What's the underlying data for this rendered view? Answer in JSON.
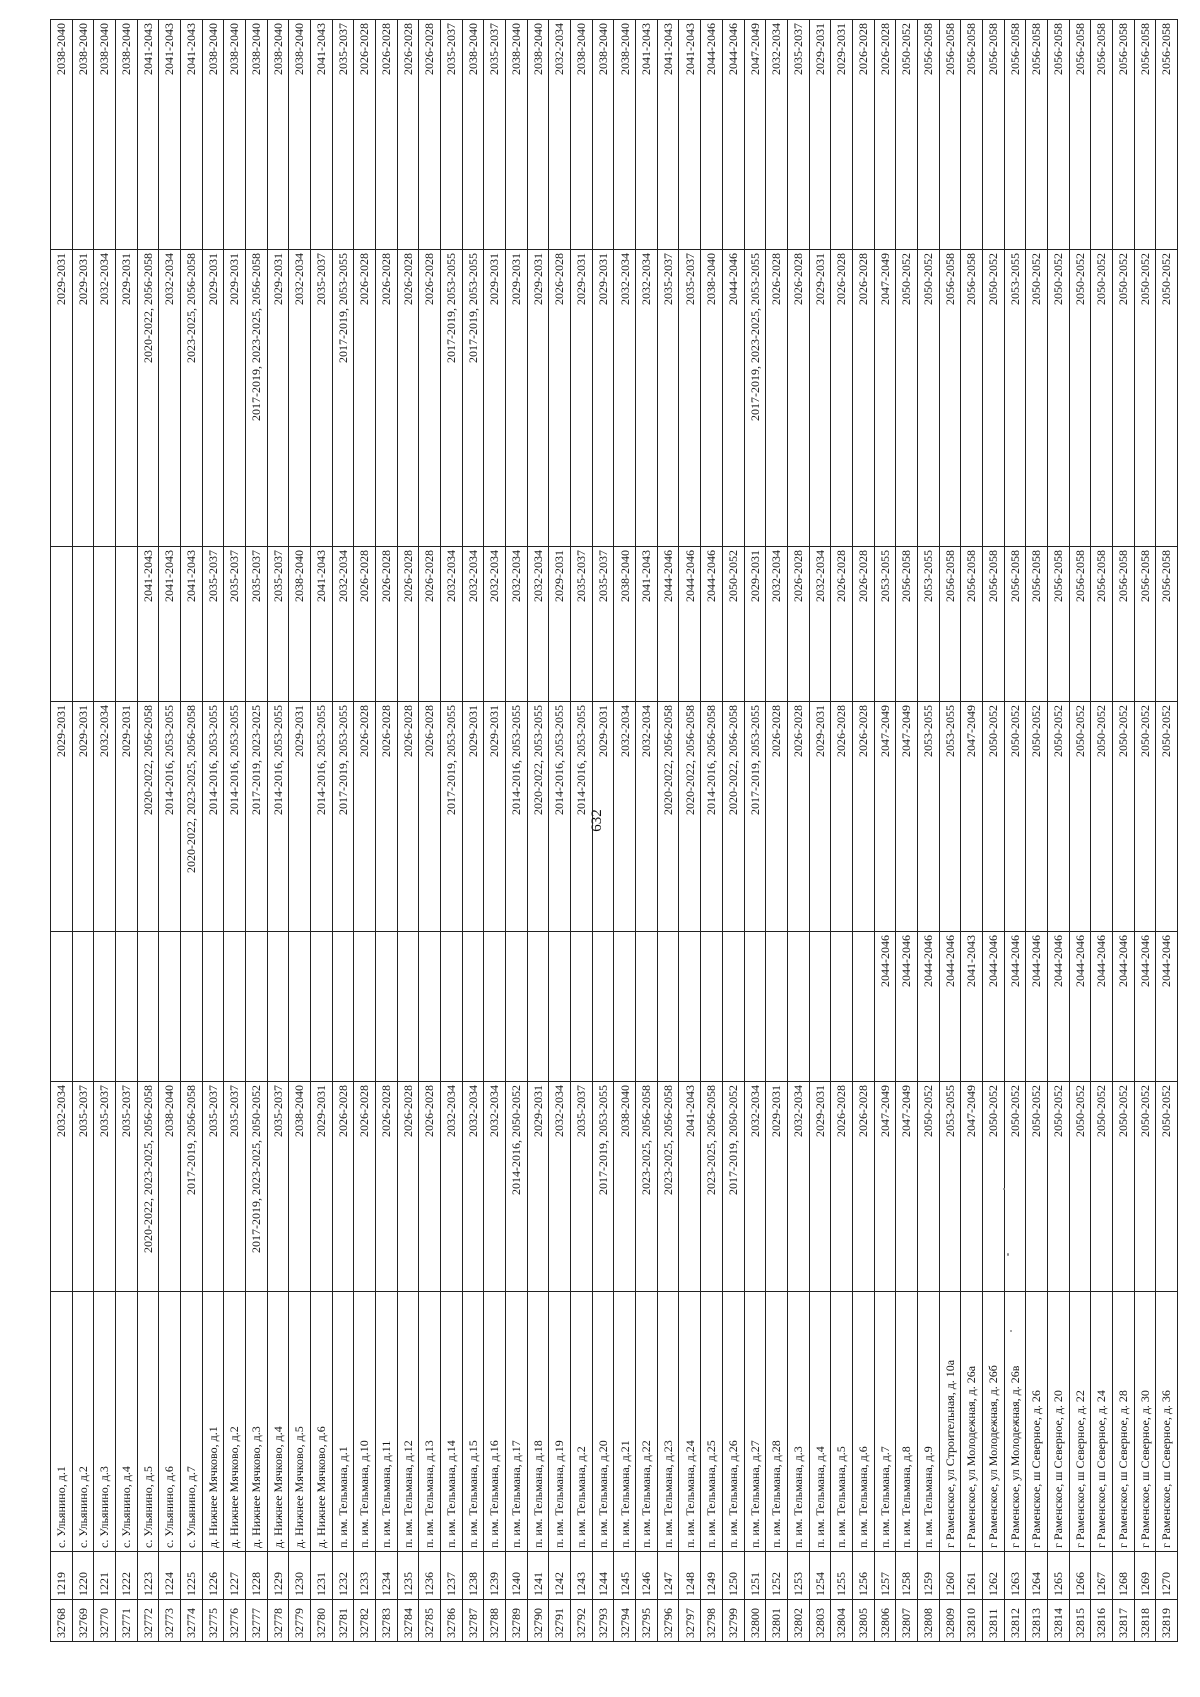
{
  "page_number": "632",
  "rows": [
    {
      "id": "32768",
      "num": "1219",
      "addr": "с. Ульянино, д.1",
      "p1": "2032-2034",
      "p2": "",
      "p3": "2029-2031",
      "p4": "",
      "p5": "2029-2031",
      "p6": "2038-2040"
    },
    {
      "id": "32769",
      "num": "1220",
      "addr": "с. Ульянино, д.2",
      "p1": "2035-2037",
      "p2": "",
      "p3": "2029-2031",
      "p4": "",
      "p5": "2029-2031",
      "p6": "2038-2040"
    },
    {
      "id": "32770",
      "num": "1221",
      "addr": "с. Ульянино, д.3",
      "p1": "2035-2037",
      "p2": "",
      "p3": "2032-2034",
      "p4": "",
      "p5": "2032-2034",
      "p6": "2038-2040"
    },
    {
      "id": "32771",
      "num": "1222",
      "addr": "с. Ульянино, д.4",
      "p1": "2035-2037",
      "p2": "",
      "p3": "2029-2031",
      "p4": "",
      "p5": "2029-2031",
      "p6": "2038-2040"
    },
    {
      "id": "32772",
      "num": "1223",
      "addr": "с. Ульянино, д.5",
      "p1": "2020-2022, 2023-2025, 2056-2058",
      "p2": "",
      "p3": "2020-2022, 2056-2058",
      "p4": "2041-2043",
      "p5": "2020-2022, 2056-2058",
      "p6": "2041-2043"
    },
    {
      "id": "32773",
      "num": "1224",
      "addr": "с. Ульянино, д.6",
      "p1": "2038-2040",
      "p2": "",
      "p3": "2014-2016, 2053-2055",
      "p4": "2041-2043",
      "p5": "2032-2034",
      "p6": "2041-2043"
    },
    {
      "id": "32774",
      "num": "1225",
      "addr": "с. Ульянино, д.7",
      "p1": "2017-2019, 2056-2058",
      "p2": "",
      "p3": "2020-2022, 2023-2025, 2056-2058",
      "p4": "2041-2043",
      "p5": "2023-2025, 2056-2058",
      "p6": "2041-2043"
    },
    {
      "id": "32775",
      "num": "1226",
      "addr": "д. Нижнее Мячково, д.1",
      "p1": "2035-2037",
      "p2": "",
      "p3": "2014-2016, 2053-2055",
      "p4": "2035-2037",
      "p5": "2029-2031",
      "p6": "2038-2040"
    },
    {
      "id": "32776",
      "num": "1227",
      "addr": "д. Нижнее Мячково, д.2",
      "p1": "2035-2037",
      "p2": "",
      "p3": "2014-2016, 2053-2055",
      "p4": "2035-2037",
      "p5": "2029-2031",
      "p6": "2038-2040"
    },
    {
      "id": "32777",
      "num": "1228",
      "addr": "д. Нижнее Мячково, д.3",
      "p1": "2017-2019, 2023-2025, 2050-2052",
      "p2": "",
      "p3": "2017-2019, 2023-2025",
      "p4": "2035-2037",
      "p5": "2017-2019, 2023-2025, 2056-2058",
      "p6": "2038-2040"
    },
    {
      "id": "32778",
      "num": "1229",
      "addr": "д. Нижнее Мячково, д.4",
      "p1": "2035-2037",
      "p2": "",
      "p3": "2014-2016, 2053-2055",
      "p4": "2035-2037",
      "p5": "2029-2031",
      "p6": "2038-2040"
    },
    {
      "id": "32779",
      "num": "1230",
      "addr": "д. Нижнее Мячково, д.5",
      "p1": "2038-2040",
      "p2": "",
      "p3": "2029-2031",
      "p4": "2038-2040",
      "p5": "2032-2034",
      "p6": "2038-2040"
    },
    {
      "id": "32780",
      "num": "1231",
      "addr": "д. Нижнее Мячково, д.6",
      "p1": "2029-2031",
      "p2": "",
      "p3": "2014-2016, 2053-2055",
      "p4": "2041-2043",
      "p5": "2035-2037",
      "p6": "2041-2043"
    },
    {
      "id": "32781",
      "num": "1232",
      "addr": "п. им. Тельмана, д.1",
      "p1": "2026-2028",
      "p2": "",
      "p3": "2017-2019, 2053-2055",
      "p4": "2032-2034",
      "p5": "2017-2019, 2053-2055",
      "p6": "2035-2037"
    },
    {
      "id": "32782",
      "num": "1233",
      "addr": "п. им. Тельмана, д.10",
      "p1": "2026-2028",
      "p2": "",
      "p3": "2026-2028",
      "p4": "2026-2028",
      "p5": "2026-2028",
      "p6": "2026-2028"
    },
    {
      "id": "32783",
      "num": "1234",
      "addr": "п. им. Тельмана, д.11",
      "p1": "2026-2028",
      "p2": "",
      "p3": "2026-2028",
      "p4": "2026-2028",
      "p5": "2026-2028",
      "p6": "2026-2028"
    },
    {
      "id": "32784",
      "num": "1235",
      "addr": "п. им. Тельмана, д.12",
      "p1": "2026-2028",
      "p2": "",
      "p3": "2026-2028",
      "p4": "2026-2028",
      "p5": "2026-2028",
      "p6": "2026-2028"
    },
    {
      "id": "32785",
      "num": "1236",
      "addr": "п. им. Тельмана, д.13",
      "p1": "2026-2028",
      "p2": "",
      "p3": "2026-2028",
      "p4": "2026-2028",
      "p5": "2026-2028",
      "p6": "2026-2028"
    },
    {
      "id": "32786",
      "num": "1237",
      "addr": "п. им. Тельмана, д.14",
      "p1": "2032-2034",
      "p2": "",
      "p3": "2017-2019, 2053-2055",
      "p4": "2032-2034",
      "p5": "2017-2019, 2053-2055",
      "p6": "2035-2037"
    },
    {
      "id": "32787",
      "num": "1238",
      "addr": "п. им. Тельмана, д.15",
      "p1": "2032-2034",
      "p2": "",
      "p3": "2029-2031",
      "p4": "2032-2034",
      "p5": "2017-2019, 2053-2055",
      "p6": "2038-2040"
    },
    {
      "id": "32788",
      "num": "1239",
      "addr": "п. им. Тельмана, д.16",
      "p1": "2032-2034",
      "p2": "",
      "p3": "2029-2031",
      "p4": "2032-2034",
      "p5": "2029-2031",
      "p6": "2035-2037"
    },
    {
      "id": "32789",
      "num": "1240",
      "addr": "п. им. Тельмана, д.17",
      "p1": "2014-2016, 2050-2052",
      "p2": "",
      "p3": "2014-2016, 2053-2055",
      "p4": "2032-2034",
      "p5": "2029-2031",
      "p6": "2038-2040"
    },
    {
      "id": "32790",
      "num": "1241",
      "addr": "п. им. Тельмана, д.18",
      "p1": "2029-2031",
      "p2": "",
      "p3": "2020-2022, 2053-2055",
      "p4": "2032-2034",
      "p5": "2029-2031",
      "p6": "2038-2040"
    },
    {
      "id": "32791",
      "num": "1242",
      "addr": "п. им. Тельмана, д.19",
      "p1": "2032-2034",
      "p2": "",
      "p3": "2014-2016, 2053-2055",
      "p4": "2029-2031",
      "p5": "2026-2028",
      "p6": "2032-2034"
    },
    {
      "id": "32792",
      "num": "1243",
      "addr": "п. им. Тельмана, д.2",
      "p1": "2035-2037",
      "p2": "",
      "p3": "2014-2016, 2053-2055",
      "p4": "2035-2037",
      "p5": "2029-2031",
      "p6": "2038-2040"
    },
    {
      "id": "32793",
      "num": "1244",
      "addr": "п. им. Тельмана, д.20",
      "p1": "2017-2019, 2053-2055",
      "p2": "",
      "p3": "2029-2031",
      "p4": "2035-2037",
      "p5": "2029-2031",
      "p6": "2038-2040"
    },
    {
      "id": "32794",
      "num": "1245",
      "addr": "п. им. Тельмана, д.21",
      "p1": "2038-2040",
      "p2": "",
      "p3": "2032-2034",
      "p4": "2038-2040",
      "p5": "2032-2034",
      "p6": "2038-2040"
    },
    {
      "id": "32795",
      "num": "1246",
      "addr": "п. им. Тельмана, д.22",
      "p1": "2023-2025, 2056-2058",
      "p2": "",
      "p3": "2032-2034",
      "p4": "2041-2043",
      "p5": "2032-2034",
      "p6": "2041-2043"
    },
    {
      "id": "32796",
      "num": "1247",
      "addr": "п. им. Тельмана, д.23",
      "p1": "2023-2025, 2056-2058",
      "p2": "",
      "p3": "2020-2022, 2056-2058",
      "p4": "2044-2046",
      "p5": "2035-2037",
      "p6": "2041-2043"
    },
    {
      "id": "32797",
      "num": "1248",
      "addr": "п. им. Тельмана, д.24",
      "p1": "2041-2043",
      "p2": "",
      "p3": "2020-2022, 2056-2058",
      "p4": "2044-2046",
      "p5": "2035-2037",
      "p6": "2041-2043"
    },
    {
      "id": "32798",
      "num": "1249",
      "addr": "п. им. Тельмана, д.25",
      "p1": "2023-2025, 2056-2058",
      "p2": "",
      "p3": "2014-2016, 2056-2058",
      "p4": "2044-2046",
      "p5": "2038-2040",
      "p6": "2044-2046"
    },
    {
      "id": "32799",
      "num": "1250",
      "addr": "п. им. Тельмана, д.26",
      "p1": "2017-2019, 2050-2052",
      "p2": "",
      "p3": "2020-2022, 2056-2058",
      "p4": "2050-2052",
      "p5": "2044-2046",
      "p6": "2044-2046"
    },
    {
      "id": "32800",
      "num": "1251",
      "addr": "п. им. Тельмана, д.27",
      "p1": "2032-2034",
      "p2": "",
      "p3": "2017-2019, 2053-2055",
      "p4": "2029-2031",
      "p5": "2017-2019, 2023-2025, 2053-2055",
      "p6": "2047-2049"
    },
    {
      "id": "32801",
      "num": "1252",
      "addr": "п. им. Тельмана, д.28",
      "p1": "2029-2031",
      "p2": "",
      "p3": "2026-2028",
      "p4": "2032-2034",
      "p5": "2026-2028",
      "p6": "2032-2034"
    },
    {
      "id": "32802",
      "num": "1253",
      "addr": "п. им. Тельмана, д.3",
      "p1": "2032-2034",
      "p2": "",
      "p3": "2026-2028",
      "p4": "2026-2028",
      "p5": "2026-2028",
      "p6": "2035-2037"
    },
    {
      "id": "32803",
      "num": "1254",
      "addr": "п. им. Тельмана, д.4",
      "p1": "2029-2031",
      "p2": "",
      "p3": "2029-2031",
      "p4": "2032-2034",
      "p5": "2029-2031",
      "p6": "2029-2031"
    },
    {
      "id": "32804",
      "num": "1255",
      "addr": "п. им. Тельмана, д.5",
      "p1": "2026-2028",
      "p2": "",
      "p3": "2026-2028",
      "p4": "2026-2028",
      "p5": "2026-2028",
      "p6": "2029-2031"
    },
    {
      "id": "32805",
      "num": "1256",
      "addr": "п. им. Тельмана, д.6",
      "p1": "2026-2028",
      "p2": "",
      "p3": "2026-2028",
      "p4": "2026-2028",
      "p5": "2026-2028",
      "p6": "2026-2028"
    },
    {
      "id": "32806",
      "num": "1257",
      "addr": "п. им. Тельмана, д.7",
      "p1": "2047-2049",
      "p2": "2044-2046",
      "p3": "2047-2049",
      "p4": "2053-2055",
      "p5": "2047-2049",
      "p6": "2026-2028"
    },
    {
      "id": "32807",
      "num": "1258",
      "addr": "п. им. Тельмана, д.8",
      "p1": "2047-2049",
      "p2": "2044-2046",
      "p3": "2047-2049",
      "p4": "2056-2058",
      "p5": "2050-2052",
      "p6": "2050-2052"
    },
    {
      "id": "32808",
      "num": "1259",
      "addr": "п. им. Тельмана, д.9",
      "p1": "2050-2052",
      "p2": "2044-2046",
      "p3": "2053-2055",
      "p4": "2053-2055",
      "p5": "2050-2052",
      "p6": "2056-2058"
    },
    {
      "id": "32809",
      "num": "1260",
      "addr": "г Раменское, ул Строительная, д. 10а",
      "p1": "2053-2055",
      "p2": "2044-2046",
      "p3": "2053-2055",
      "p4": "2056-2058",
      "p5": "2056-2058",
      "p6": "2056-2058"
    },
    {
      "id": "32810",
      "num": "1261",
      "addr": "г Раменское, ул Молодежная, д. 26а",
      "p1": "2047-2049",
      "p2": "2041-2043",
      "p3": "2047-2049",
      "p4": "2056-2058",
      "p5": "2056-2058",
      "p6": "2056-2058"
    },
    {
      "id": "32811",
      "num": "1262",
      "addr": "г Раменское, ул Молодежная, д. 26б",
      "p1": "2050-2052",
      "p2": "2044-2046",
      "p3": "2050-2052",
      "p4": "2056-2058",
      "p5": "2050-2052",
      "p6": "2056-2058"
    },
    {
      "id": "32812",
      "num": "1263",
      "addr": "г Раменское, ул Молодежная, д. 26в",
      "p1": "2050-2052",
      "p2": "2044-2046",
      "p3": "2050-2052",
      "p4": "2056-2058",
      "p5": "2053-2055",
      "p6": "2056-2058"
    },
    {
      "id": "32813",
      "num": "1264",
      "addr": "г Раменское, ш Северное, д. 26",
      "p1": "2050-2052",
      "p2": "2044-2046",
      "p3": "2050-2052",
      "p4": "2056-2058",
      "p5": "2050-2052",
      "p6": "2056-2058"
    },
    {
      "id": "32814",
      "num": "1265",
      "addr": "г Раменское, ш Северное, д. 20",
      "p1": "2050-2052",
      "p2": "2044-2046",
      "p3": "2050-2052",
      "p4": "2056-2058",
      "p5": "2050-2052",
      "p6": "2056-2058"
    },
    {
      "id": "32815",
      "num": "1266",
      "addr": "г Раменское, ш Северное, д. 22",
      "p1": "2050-2052",
      "p2": "2044-2046",
      "p3": "2050-2052",
      "p4": "2056-2058",
      "p5": "2050-2052",
      "p6": "2056-2058"
    },
    {
      "id": "32816",
      "num": "1267",
      "addr": "г Раменское, ш Северное, д. 24",
      "p1": "2050-2052",
      "p2": "2044-2046",
      "p3": "2050-2052",
      "p4": "2056-2058",
      "p5": "2050-2052",
      "p6": "2056-2058"
    },
    {
      "id": "32817",
      "num": "1268",
      "addr": "г Раменское, ш Северное, д. 28",
      "p1": "2050-2052",
      "p2": "2044-2046",
      "p3": "2050-2052",
      "p4": "2056-2058",
      "p5": "2050-2052",
      "p6": "2056-2058"
    },
    {
      "id": "32818",
      "num": "1269",
      "addr": "г Раменское, ш Северное, д. 30",
      "p1": "2050-2052",
      "p2": "2044-2046",
      "p3": "2050-2052",
      "p4": "2056-2058",
      "p5": "2050-2052",
      "p6": "2056-2058"
    },
    {
      "id": "32819",
      "num": "1270",
      "addr": "г Раменское, ш Северное, д. 36",
      "p1": "2050-2052",
      "p2": "2044-2046",
      "p3": "2050-2052",
      "p4": "2056-2058",
      "p5": "2050-2052",
      "p6": "2056-2058"
    }
  ]
}
